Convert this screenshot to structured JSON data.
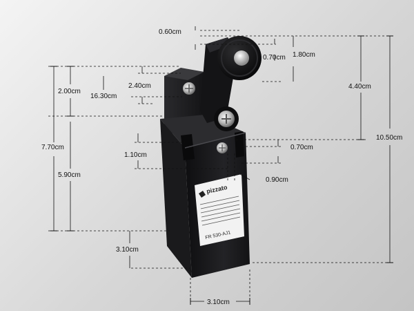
{
  "colors": {
    "background": "#d9d9d9",
    "body": "#1b1b1d",
    "label": "#f2f2f2",
    "dimension_line": "#111111"
  },
  "product_label": {
    "brand": "pizzato",
    "model": "FR 530-AJ1"
  },
  "dimensions": {
    "d_060": "0.60cm",
    "d_070_top": "0.70cm",
    "d_180": "1.80cm",
    "d_440": "4.40cm",
    "d_1050": "10.50cm",
    "d_240": "2.40cm",
    "d_200": "2.00cm",
    "d_1630": "16.30cm",
    "d_770": "7.70cm",
    "d_590": "5.90cm",
    "d_110": "1.10cm",
    "d_070_mid": "0.70cm",
    "d_090": "0.90cm",
    "d_310_v": "3.10cm",
    "d_310_h": "3.10cm"
  }
}
